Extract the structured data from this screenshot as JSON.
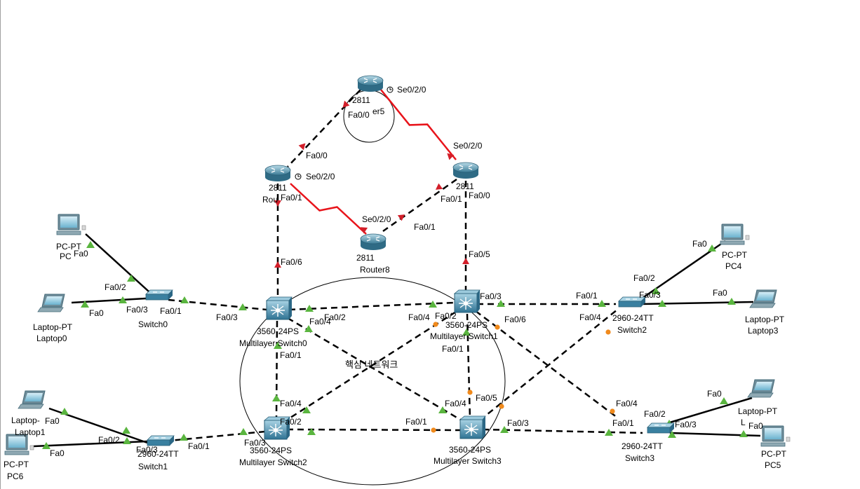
{
  "title": "",
  "colors": {
    "ethernet": "#000000",
    "serial": "#e8141b",
    "link_up": "#5ab53f",
    "link_down": "#d21f2a",
    "link_blocked": "#f08a1c",
    "router_body": "#3f7d98",
    "switch_body": "#3d86a6"
  },
  "devices": [
    {
      "id": "router5",
      "kind": "router",
      "line1": "2811",
      "line2": "er5"
    },
    {
      "id": "router6",
      "kind": "router",
      "line1": "2811",
      "line2": "Rou"
    },
    {
      "id": "router7",
      "kind": "router",
      "line1": "2811",
      "line2": ""
    },
    {
      "id": "router8",
      "kind": "router",
      "line1": "2811",
      "line2": "Router8"
    },
    {
      "id": "msw0",
      "kind": "mlswitch",
      "line1": "3560-24PS",
      "line2": "Multilayer Switch0"
    },
    {
      "id": "msw1",
      "kind": "mlswitch",
      "line1": "3560-24PS",
      "line2": "Multilayer Switch1"
    },
    {
      "id": "msw2",
      "kind": "mlswitch",
      "line1": "3560-24PS",
      "line2": "Multilayer Switch2"
    },
    {
      "id": "msw3",
      "kind": "mlswitch",
      "line1": "3560-24PS",
      "line2": "Multilayer Switch3"
    },
    {
      "id": "switch0",
      "kind": "switch",
      "line1": "",
      "line2": "Switch0"
    },
    {
      "id": "switch1",
      "kind": "switch",
      "line1": "2960-24TT",
      "line2": "Switch1"
    },
    {
      "id": "switch2",
      "kind": "switch",
      "line1": "2960-24TT",
      "line2": "Switch2"
    },
    {
      "id": "switch3",
      "kind": "switch",
      "line1": "2960-24TT",
      "line2": "Switch3"
    },
    {
      "id": "pc0",
      "kind": "pc",
      "line1": "PC-PT",
      "line2": "PC"
    },
    {
      "id": "pc4",
      "kind": "pc",
      "line1": "PC-PT",
      "line2": "PC4"
    },
    {
      "id": "pc5",
      "kind": "pc",
      "line1": "PC-PT",
      "line2": "PC5"
    },
    {
      "id": "pc6",
      "kind": "pc",
      "line1": "PC-PT",
      "line2": "PC6"
    },
    {
      "id": "laptop0",
      "kind": "laptop",
      "line1": "Laptop-PT",
      "line2": "Laptop0"
    },
    {
      "id": "laptop1",
      "kind": "laptop",
      "line1": "Laptop-",
      "line2": "Laptop1"
    },
    {
      "id": "laptop2",
      "kind": "laptop",
      "line1": "Laptop-PT",
      "line2": "L"
    },
    {
      "id": "laptop3",
      "kind": "laptop",
      "line1": "Laptop-PT",
      "line2": "Laptop3"
    }
  ],
  "links": [
    {
      "a": "router5",
      "b": "router6",
      "type": "ethernet",
      "a_port": "Fa0/0",
      "b_port": "Fa0/0",
      "a_state": "down",
      "b_state": "down"
    },
    {
      "a": "router5",
      "b": "router7",
      "type": "serial",
      "a_port": "Se0/2/0",
      "b_port": "Se0/2/0",
      "a_state": "",
      "b_state": "down"
    },
    {
      "a": "router6",
      "b": "router8",
      "type": "serial",
      "a_port": "Se0/2/0",
      "b_port": "Se0/2/0",
      "a_state": "",
      "b_state": "down"
    },
    {
      "a": "router7",
      "b": "router8",
      "type": "ethernet",
      "a_port": "Fa0/1",
      "b_port": "Fa0/1",
      "a_state": "down",
      "b_state": "down"
    },
    {
      "a": "router6",
      "b": "msw0",
      "type": "ethernet",
      "a_port": "Fa0/1",
      "b_port": "Fa0/6",
      "a_state": "down",
      "b_state": "down"
    },
    {
      "a": "router7",
      "b": "msw1",
      "type": "ethernet",
      "a_port": "Fa0/0",
      "b_port": "Fa0/5",
      "a_state": "",
      "b_state": "down"
    },
    {
      "a": "switch0",
      "b": "msw0",
      "type": "ethernet",
      "a_port": "Fa0/1",
      "b_port": "Fa0/3",
      "a_state": "up",
      "b_state": "up"
    },
    {
      "a": "msw0",
      "b": "msw1",
      "type": "ethernet",
      "a_port": "Fa0/2",
      "b_port": "Fa0/2",
      "a_state": "up",
      "b_state": "up"
    },
    {
      "a": "msw0",
      "b": "msw2",
      "type": "ethernet",
      "a_port": "Fa0/1",
      "b_port": "Fa0/4",
      "a_state": "up",
      "b_state": "up"
    },
    {
      "a": "msw0",
      "b": "msw3",
      "type": "ethernet",
      "a_port": "Fa0/4",
      "b_port": "Fa0/4",
      "a_state": "up",
      "b_state": "up"
    },
    {
      "a": "msw1",
      "b": "msw2",
      "type": "ethernet",
      "a_port": "Fa0/4",
      "b_port": "",
      "a_state": "blocked",
      "b_state": "up"
    },
    {
      "a": "msw1",
      "b": "msw3",
      "type": "ethernet",
      "a_port": "Fa0/1",
      "b_port": "Fa0/5",
      "a_state": "up",
      "b_state": "blocked"
    },
    {
      "a": "msw1",
      "b": "switch2",
      "type": "ethernet",
      "a_port": "Fa0/3",
      "b_port": "Fa0/1",
      "a_state": "up",
      "b_state": "up"
    },
    {
      "a": "msw1",
      "b": "switch3",
      "type": "ethernet",
      "a_port": "Fa0/6",
      "b_port": "Fa0/4",
      "a_state": "blocked",
      "b_state": "blocked"
    },
    {
      "a": "msw2",
      "b": "msw3",
      "type": "ethernet",
      "a_port": "Fa0/2",
      "b_port": "Fa0/1",
      "a_state": "up",
      "b_state": "blocked"
    },
    {
      "a": "msw2",
      "b": "switch1",
      "type": "ethernet",
      "a_port": "Fa0/3",
      "b_port": "Fa0/1",
      "a_state": "up",
      "b_state": "up"
    },
    {
      "a": "msw3",
      "b": "switch3",
      "type": "ethernet",
      "a_port": "Fa0/3",
      "b_port": "Fa0/1",
      "a_state": "up",
      "b_state": "up"
    },
    {
      "a": "msw3",
      "b": "switch2",
      "type": "ethernet",
      "a_port": "",
      "b_port": "Fa0/4",
      "a_state": "blocked",
      "b_state": "blocked"
    },
    {
      "a": "pc0",
      "b": "switch0",
      "type": "ethernet-solid",
      "a_port": "Fa0",
      "b_port": "Fa0/2",
      "a_state": "up",
      "b_state": "up"
    },
    {
      "a": "laptop0",
      "b": "switch0",
      "type": "ethernet-solid",
      "a_port": "Fa0",
      "b_port": "Fa0/3",
      "a_state": "up",
      "b_state": "up"
    },
    {
      "a": "laptop1",
      "b": "switch1",
      "type": "ethernet-solid",
      "a_port": "Fa0",
      "b_port": "Fa0/2",
      "a_state": "up",
      "b_state": "up"
    },
    {
      "a": "pc6",
      "b": "switch1",
      "type": "ethernet-solid",
      "a_port": "Fa0",
      "b_port": "Fa0/3",
      "a_state": "up",
      "b_state": "up"
    },
    {
      "a": "pc4",
      "b": "switch2",
      "type": "ethernet-solid",
      "a_port": "Fa0",
      "b_port": "Fa0/2",
      "a_state": "up",
      "b_state": "up"
    },
    {
      "a": "laptop3",
      "b": "switch2",
      "type": "ethernet-solid",
      "a_port": "Fa0",
      "b_port": "Fa0/3",
      "a_state": "up",
      "b_state": "up"
    },
    {
      "a": "laptop2",
      "b": "switch3",
      "type": "ethernet-solid",
      "a_port": "Fa0",
      "b_port": "Fa0/2",
      "a_state": "up",
      "b_state": "up"
    },
    {
      "a": "pc5",
      "b": "switch3",
      "type": "ethernet-solid",
      "a_port": "Fa0",
      "b_port": "Fa0/3",
      "a_state": "up",
      "b_state": "up"
    }
  ],
  "annotations": [
    {
      "id": "core-network",
      "text": "핵심 네트워크"
    }
  ]
}
